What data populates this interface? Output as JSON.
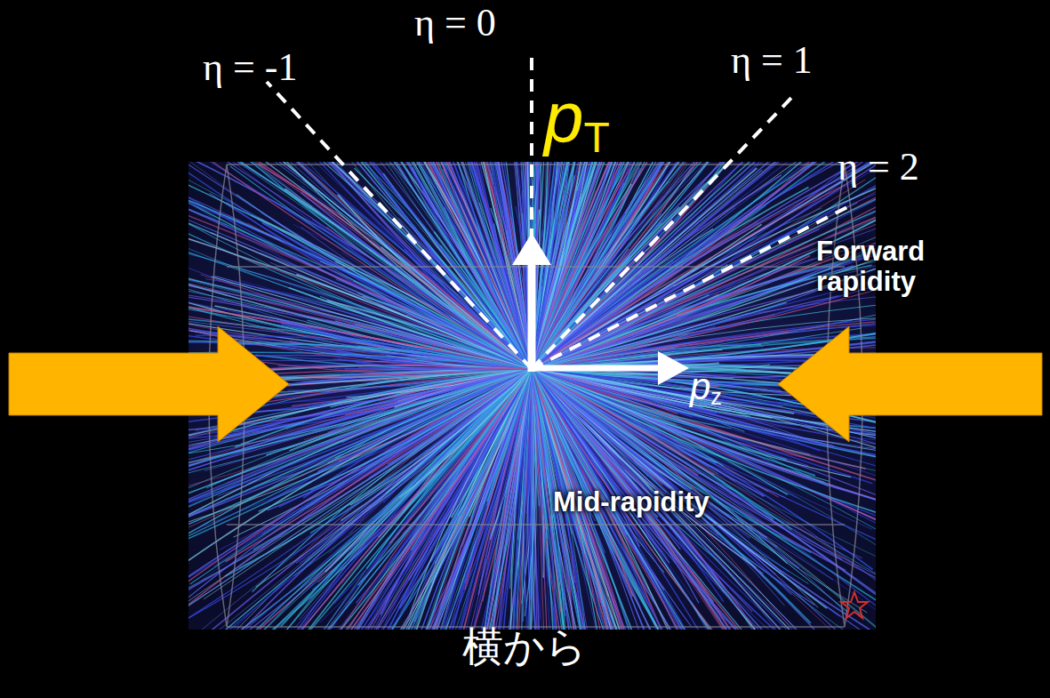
{
  "diagram": {
    "labels": [
      "η = -1",
      "η = 0",
      "η = 1",
      "η = 2",
      "pT",
      "Forward rapidity",
      "pz",
      "Mid-rapidity",
      "横から"
    ]
  }
}
